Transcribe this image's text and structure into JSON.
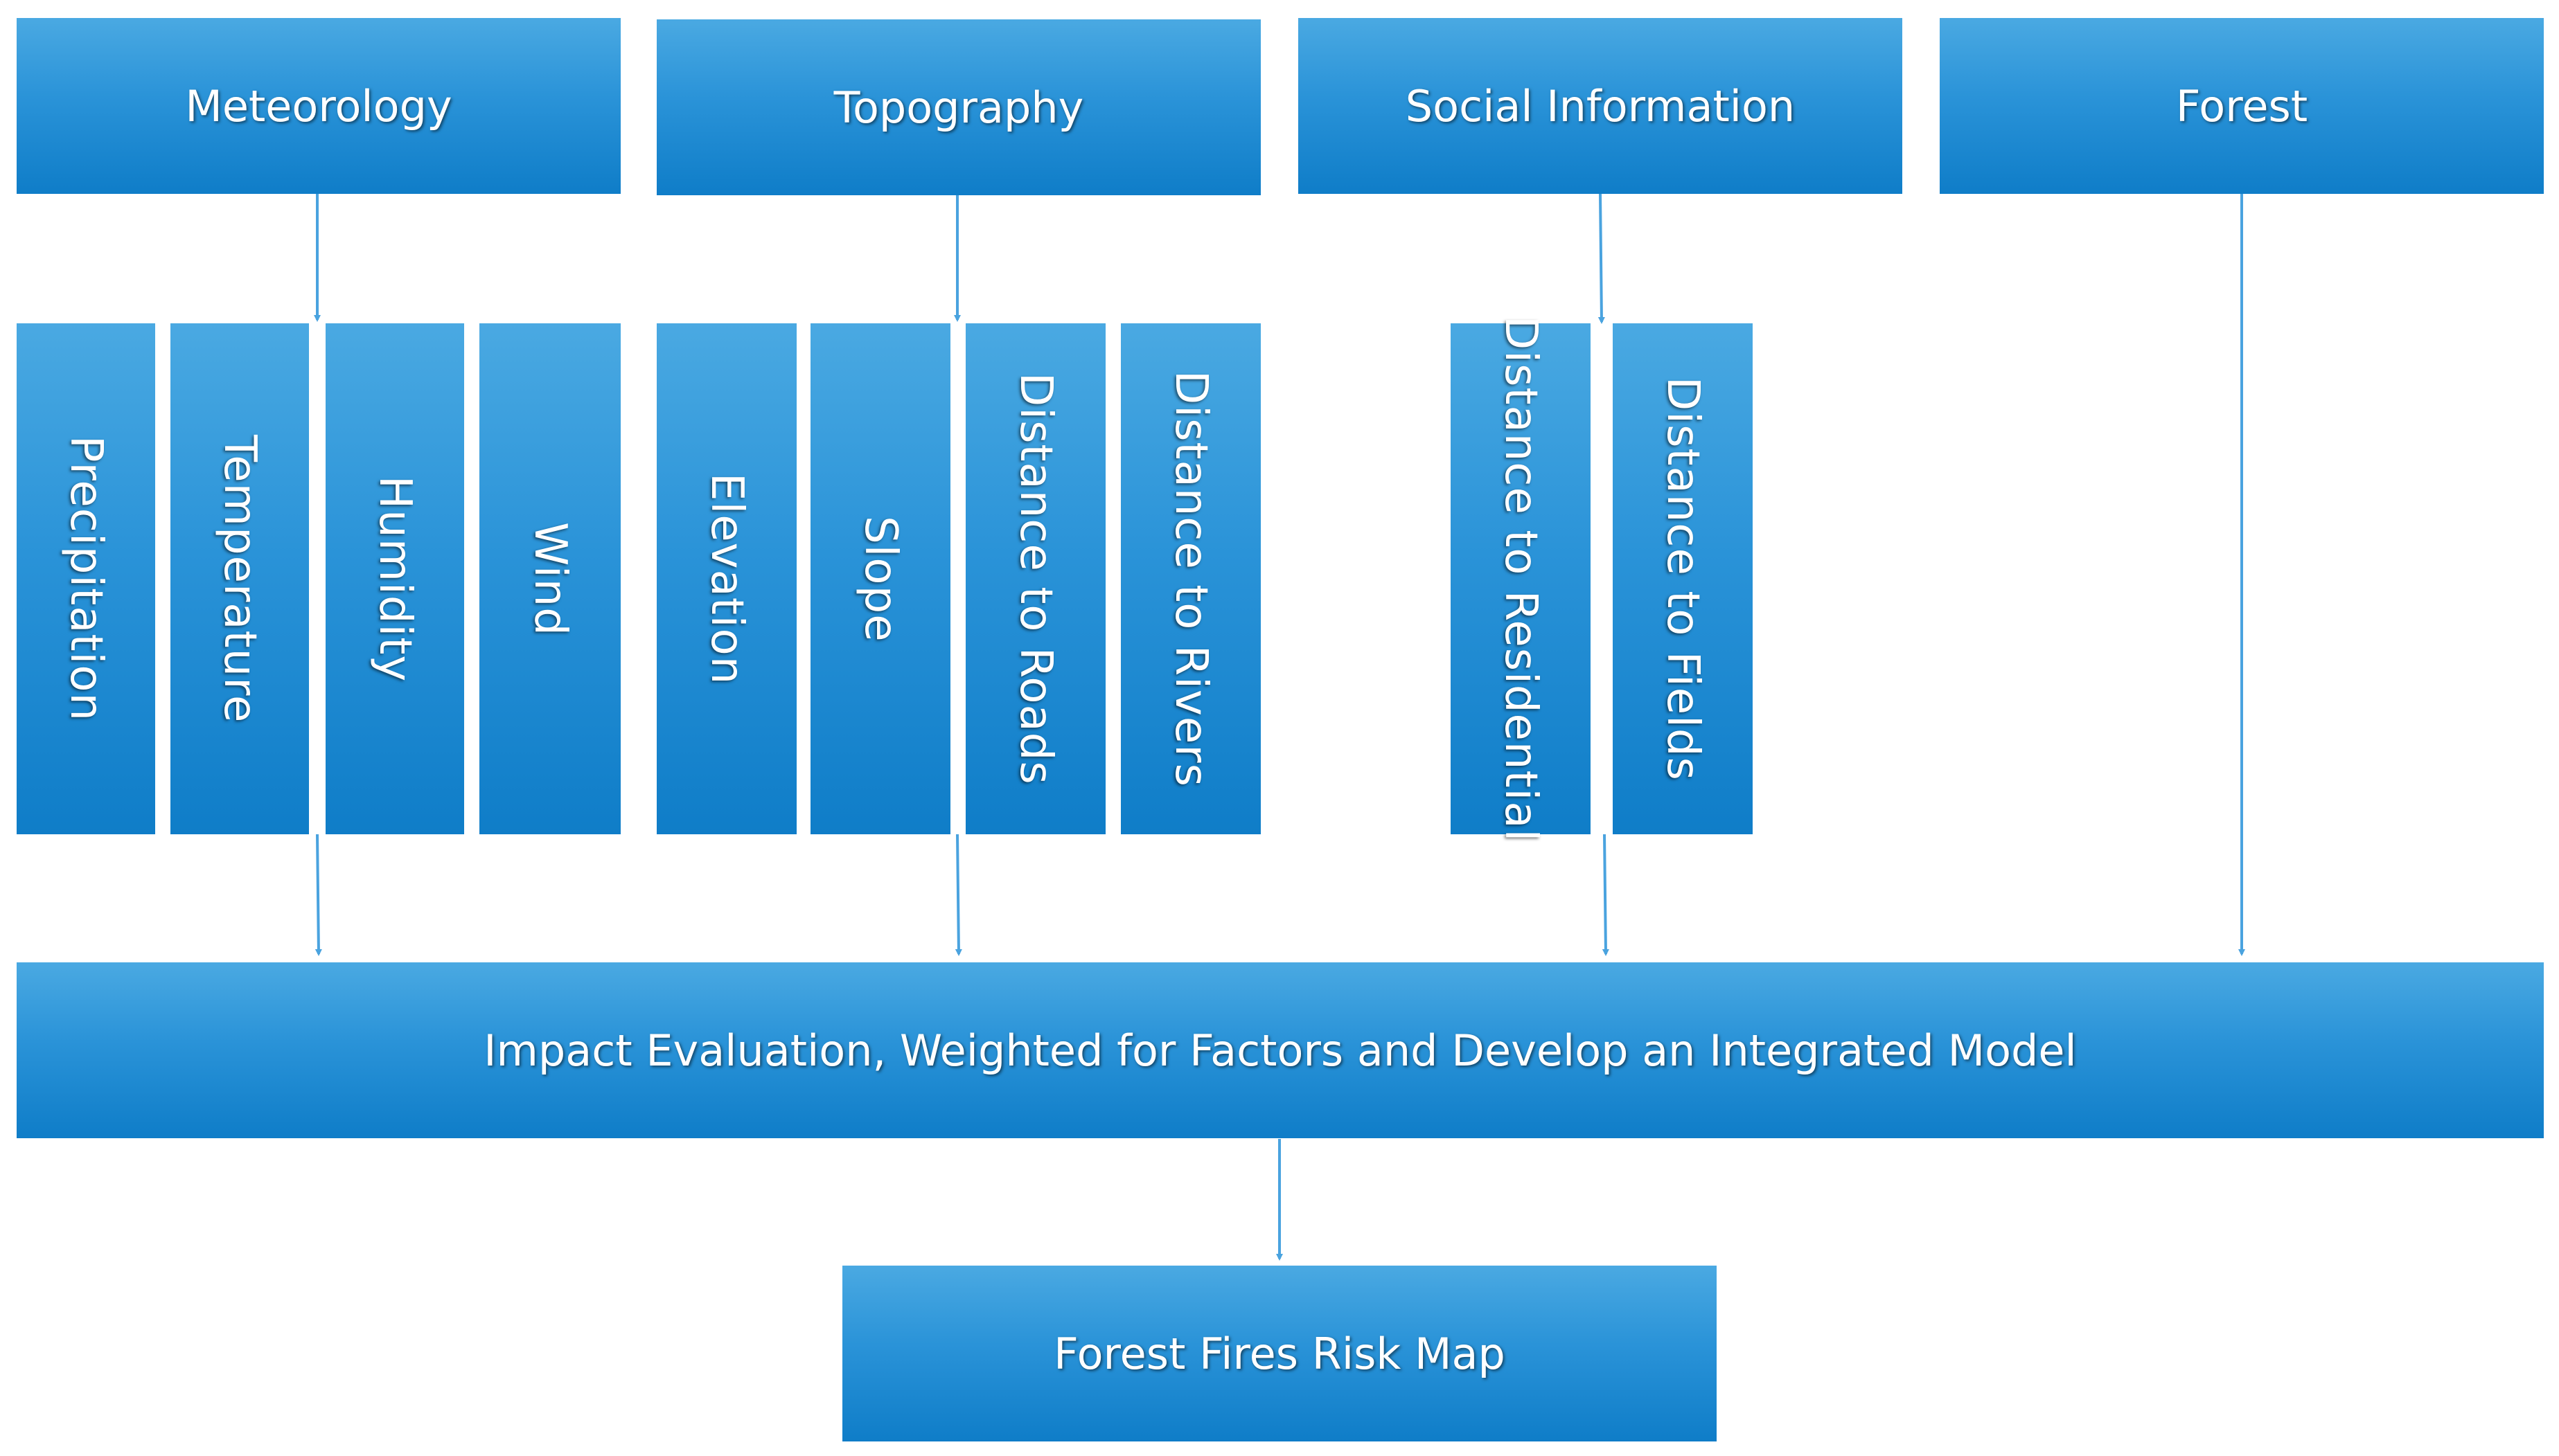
{
  "categories": {
    "meteorology": "Meteorology",
    "topography": "Topography",
    "social": "Social Information",
    "forest": "Forest"
  },
  "factors": {
    "precipitation": "Precipitation",
    "temperature": "Temperature",
    "humidity": "Humidity",
    "wind": "Wind",
    "elevation": "Elevation",
    "slope": "Slope",
    "roads": "Distance to Roads",
    "rivers": "Distance to Rivers",
    "residential": "Distance to Residential",
    "fields": "Distance to Fields"
  },
  "integration": "Impact Evaluation, Weighted for Factors and Develop an Integrated Model",
  "output": "Forest Fires Risk Map",
  "colors": {
    "box": "#2a93d8",
    "arrow": "#4aa3df"
  }
}
